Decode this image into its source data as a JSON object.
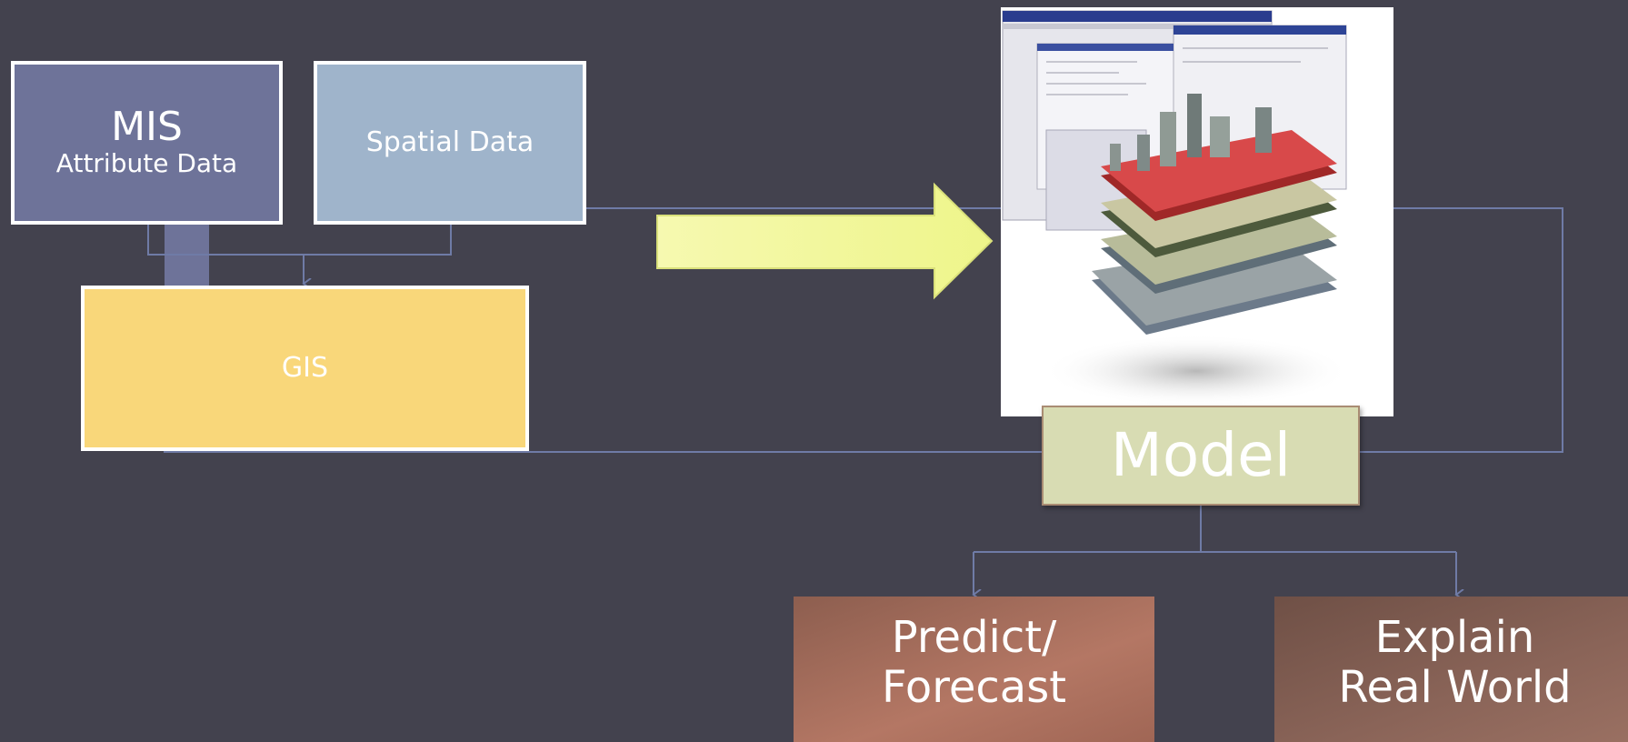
{
  "nodes": {
    "mis": {
      "title": "MIS",
      "subtitle": "Attribute Data"
    },
    "spatial": {
      "label": "Spatial Data"
    },
    "gis": {
      "label": "GIS"
    },
    "model": {
      "label": "Model"
    },
    "predict": {
      "line1": "Predict/",
      "line2": "Forecast"
    },
    "explain": {
      "line1": "Explain",
      "line2": "Real World"
    }
  },
  "colors": {
    "background": "#43424e",
    "mis_fill": "#6e7399",
    "spatial_fill": "#9fb4cb",
    "gis_fill": "#f9d77a",
    "model_fill": "#d8dcb3",
    "arrow_fill": "#f2f79a",
    "connector": "#6f7ba6",
    "predict_fill": "#b47764",
    "explain_fill": "#8a6458"
  },
  "icons": {
    "gis_picture": "gis-layers-illustration-icon",
    "flow_arrow": "right-arrow-icon"
  }
}
